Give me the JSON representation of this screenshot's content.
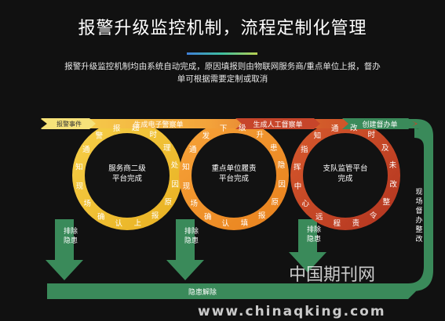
{
  "header": {
    "title": "报警升级监控机制，流程定制化管理",
    "description_line1": "报警升级监控机制均由系统自动完成，原因填报则由物联网服务商/重点单位上报，督办",
    "description_line2": "单可根据需要定制或取消"
  },
  "ribbon": {
    "alarm_event": "报警事件",
    "e_work_order": "生成电子警察单",
    "manual_order": "生成人工督察单",
    "supervise_order": "创建督办单"
  },
  "circles": [
    {
      "center": "服务商二级\n平台完成",
      "ring": [
        "超",
        "时",
        "理",
        "处",
        "因",
        "原",
        "报",
        "上",
        "认",
        "确",
        "场",
        "现",
        "知",
        "通",
        "警",
        "报"
      ]
    },
    {
      "center": "重点单位履责\n平台完成",
      "ring": [
        "级",
        "升",
        "患",
        "隐",
        "因",
        "原",
        "报",
        "填",
        "认",
        "确",
        "场",
        "现",
        "知",
        "通",
        "发",
        "下"
      ]
    },
    {
      "center": "支队监管平台\n完成",
      "ring": [
        "改",
        "时",
        "及",
        "未",
        "改",
        "整",
        "令",
        "责",
        "程",
        "远",
        "心",
        "中",
        "挥",
        "指",
        "知",
        "通"
      ]
    }
  ],
  "outlets": {
    "a": "排除隐患",
    "b": "排除隐患",
    "c": "排除隐患",
    "right": "现场督办整改",
    "bottom": "隐患解除"
  },
  "watermark": {
    "cn": "中国期刊网",
    "url": "www.chinaqking.com"
  },
  "colors": {
    "green": "#3a8a5a",
    "yellow": "#f5c53a",
    "orange": "#f0972a",
    "red": "#c8452a"
  }
}
